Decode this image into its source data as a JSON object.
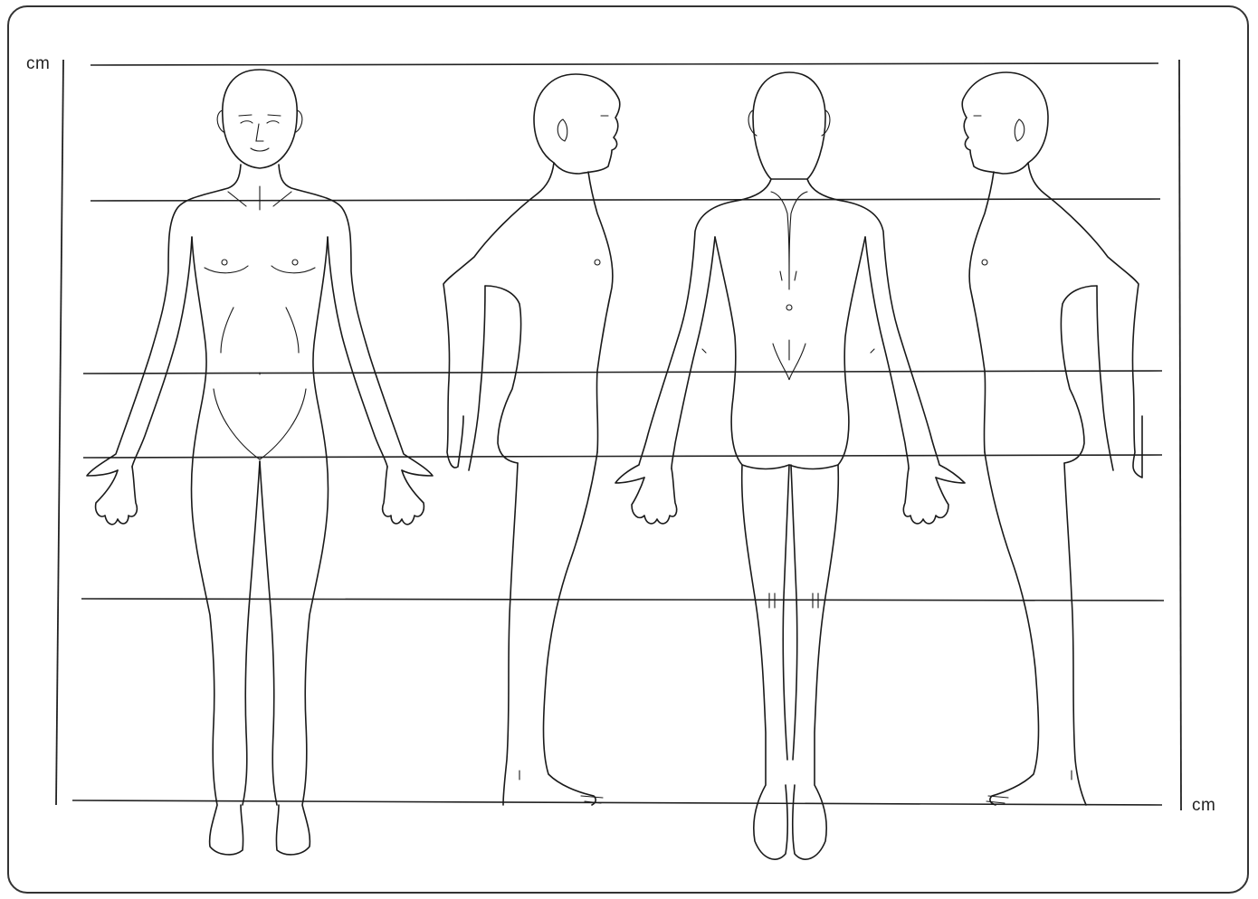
{
  "labels": {
    "unit_top_left": "cm",
    "unit_bottom_right": "cm"
  },
  "views": [
    {
      "name": "front",
      "icon": "body-front-view-icon"
    },
    {
      "name": "right-side",
      "icon": "body-right-side-view-icon"
    },
    {
      "name": "back",
      "icon": "body-back-view-icon"
    },
    {
      "name": "left-side",
      "icon": "body-left-side-view-icon"
    }
  ],
  "colors": {
    "line": "#1a1a1a",
    "background": "#ffffff"
  }
}
